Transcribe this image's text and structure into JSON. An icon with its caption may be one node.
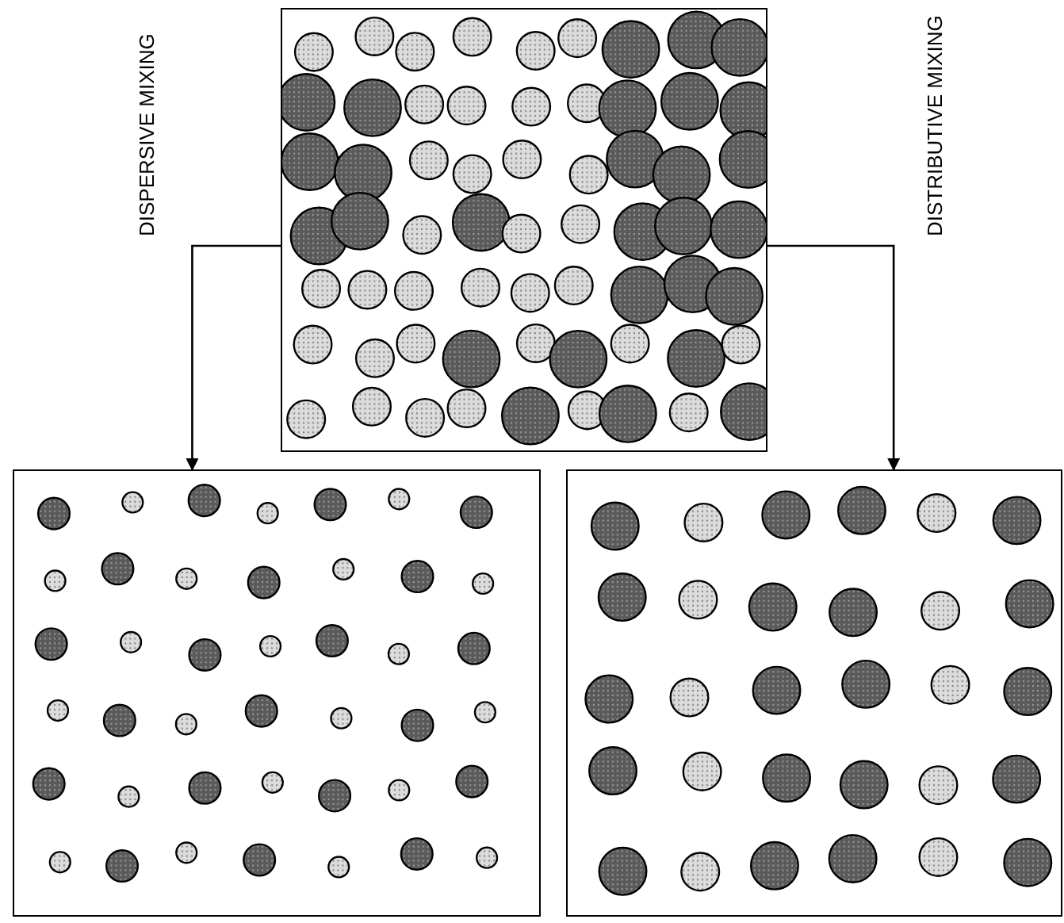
{
  "diagram": {
    "nodes": [
      {
        "text": [],
        "shape": "picture"
      },
      {
        "text": [],
        "shape": "picture"
      },
      {
        "text": [],
        "shape": "picture"
      }
    ],
    "edges": [
      {
        "from": 0,
        "to": 1,
        "arrow": "to",
        "label": "DISPERSIVE MIXING"
      },
      {
        "from": 0,
        "to": 2,
        "arrow": "to",
        "label": "DISTRIBUTIVE MIXING"
      }
    ]
  }
}
